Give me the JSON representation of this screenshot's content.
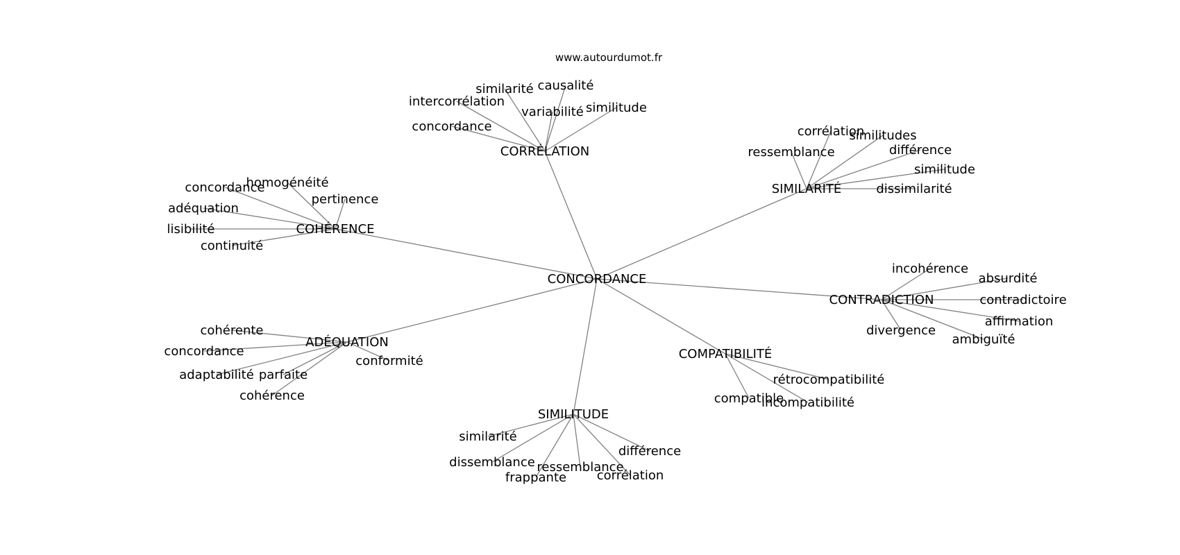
{
  "source": "www.autourdumot.fr",
  "center": {
    "label": "CONCORDANCE"
  },
  "hubs": [
    {
      "id": "correlation",
      "label": "CORRÉLATION",
      "leaves": [
        "similarité",
        "causalité",
        "intercorrélation",
        "variabilité",
        "similitude",
        "concordance"
      ]
    },
    {
      "id": "similarite",
      "label": "SIMILARITÉ",
      "leaves": [
        "corrélation",
        "similitudes",
        "ressemblance",
        "différence",
        "similitude",
        "dissimilarité"
      ]
    },
    {
      "id": "coherence",
      "label": "COHÉRENCE",
      "leaves": [
        "homogénéité",
        "concordance",
        "pertinence",
        "adéquation",
        "lisibilité",
        "continuité"
      ]
    },
    {
      "id": "contradiction",
      "label": "CONTRADICTION",
      "leaves": [
        "incohérence",
        "absurdité",
        "contradictoire",
        "affirmation",
        "divergence",
        "ambiguïté"
      ]
    },
    {
      "id": "adequation",
      "label": "ADÉQUATION",
      "leaves": [
        "cohérente",
        "concordance",
        "conformité",
        "adaptabilité",
        "parfaite",
        "cohérence"
      ]
    },
    {
      "id": "compatibilite",
      "label": "COMPATIBILITÉ",
      "leaves": [
        "rétrocompatibilité",
        "compatible",
        "incompatibilité"
      ]
    },
    {
      "id": "similitude",
      "label": "SIMILITUDE",
      "leaves": [
        "similarité",
        "différence",
        "dissemblance",
        "ressemblance",
        "frappante",
        "corrélation"
      ]
    }
  ]
}
